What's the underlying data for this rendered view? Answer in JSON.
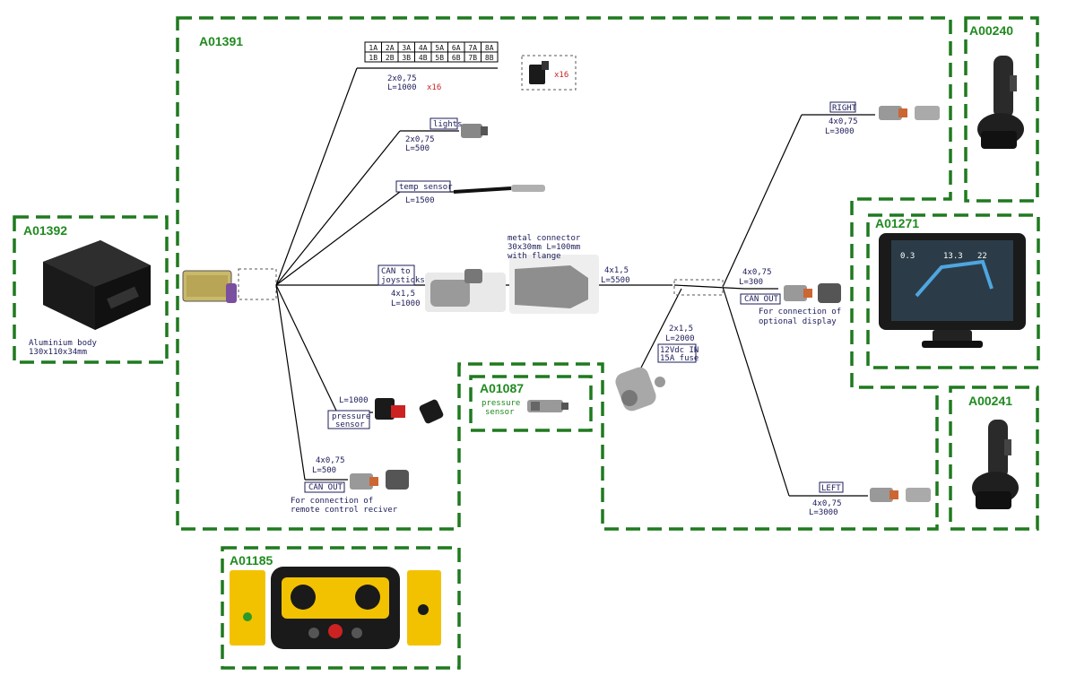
{
  "modules": {
    "a01391": "A01391",
    "a01392": "A01392",
    "a00240": "A00240",
    "a01271": "A01271",
    "a01087": "A01087",
    "a00241": "A00241",
    "a01185": "A01185"
  },
  "ecu": {
    "body_line1": "Aluminium body",
    "body_line2": "130x110x34mm"
  },
  "fuse_table": {
    "row1": [
      "1A",
      "2A",
      "3A",
      "4A",
      "5A",
      "6A",
      "7A",
      "8A"
    ],
    "row2": [
      "1B",
      "2B",
      "3B",
      "4B",
      "5B",
      "6B",
      "7B",
      "8B"
    ]
  },
  "branches": {
    "fuses": {
      "cable": "2x0,75",
      "length": "L=1000",
      "mult": "x16",
      "conn_mult": "x16"
    },
    "lights": {
      "tag": "lights",
      "cable": "2x0,75",
      "length": "L=500"
    },
    "temp": {
      "tag": "temp sensor",
      "length": "L=1500"
    },
    "can_joy": {
      "tag1": "CAN to",
      "tag2": "joysticks",
      "cable": "4x1,5",
      "length": "L=1000"
    },
    "metal": {
      "line1": "metal connector",
      "line2": "30x30mm L=100mm",
      "line3": "with flange"
    },
    "main": {
      "cable": "4x1,5",
      "length": "L=5500"
    },
    "power": {
      "cable": "2x1,5",
      "length": "L=2000",
      "note1": "12Vdc IN",
      "note2": "15A fuse"
    },
    "pressure": {
      "length": "L=1000",
      "tag1": "pressure",
      "tag2": "sensor"
    },
    "can_out_left": {
      "cable": "4x0,75",
      "length": "L=500",
      "tag": "CAN OUT",
      "note1": "For connection of",
      "note2": "remote control reciver"
    },
    "can_out_right": {
      "cable": "4x0,75",
      "length": "L=300",
      "tag": "CAN OUT",
      "note1": "For connection of",
      "note2": "optional display"
    },
    "right": {
      "tag": "RIGHT",
      "cable": "4x0,75",
      "length": "L=3000"
    },
    "left": {
      "tag": "LEFT",
      "cable": "4x0,75",
      "length": "L=3000"
    }
  },
  "a01087_sensor": {
    "line1": "pressure",
    "line2": "sensor"
  },
  "display": {
    "val1": "0.3",
    "val2": "13.3",
    "val3": "22"
  },
  "colors": {
    "frame": "#1f7a1f",
    "label": "#1c1c5a",
    "accent_red": "#cc2222",
    "module_code": "#1f8a1f"
  }
}
